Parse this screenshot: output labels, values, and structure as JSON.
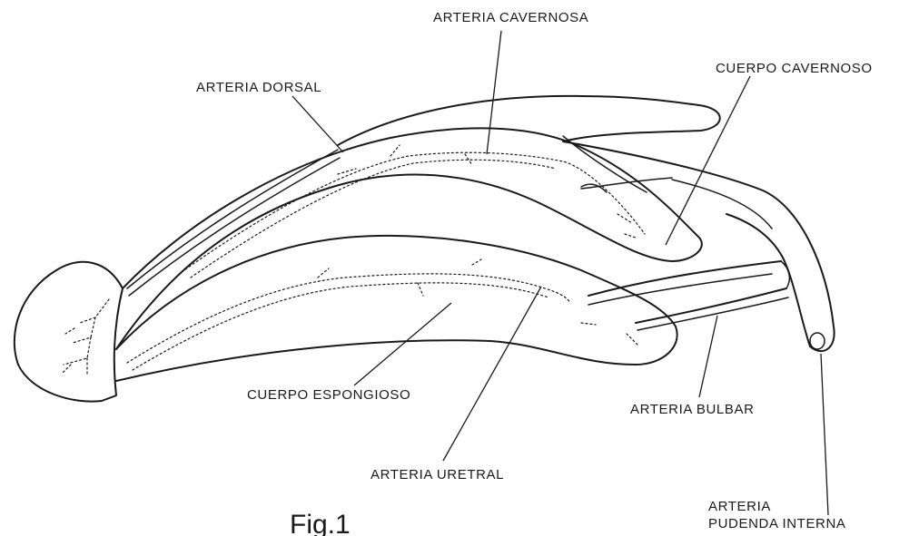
{
  "labels": {
    "arteria_cavernosa": "ARTERIA CAVERNOSA",
    "cuerpo_cavernoso": "CUERPO CAVERNOSO",
    "arteria_dorsal": "ARTERIA DORSAL",
    "cuerpo_esponjoso": "CUERPO ESPONGIOSO",
    "arteria_bulbar": "ARTERIA BULBAR",
    "arteria_uretral": "ARTERIA URETRAL",
    "arteria_pudenda_line1": "ARTERIA",
    "arteria_pudenda_line2": "PUDENDA INTERNA"
  },
  "caption": "Fig.1"
}
